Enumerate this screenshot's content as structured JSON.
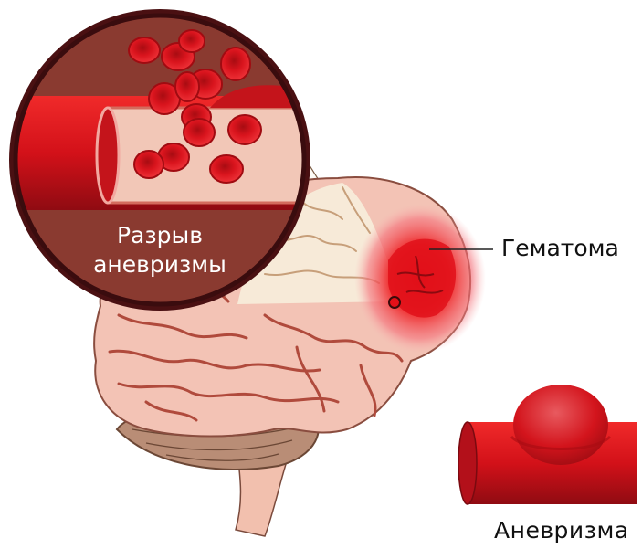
{
  "labels": {
    "rupture_line1": "Разрыв",
    "rupture_line2": "аневризмы",
    "hematoma": "Гематома",
    "aneurysm": "Аневризма"
  },
  "colors": {
    "blood_red": "#d8181f",
    "vessel_dark": "#8c0d14",
    "brain_pink": "#f3c3b5",
    "brain_fold": "#b24a3c",
    "cerebellum": "#b98d76",
    "magnifier_rim": "#4a1012",
    "magnifier_bg": "#7b2a24"
  }
}
